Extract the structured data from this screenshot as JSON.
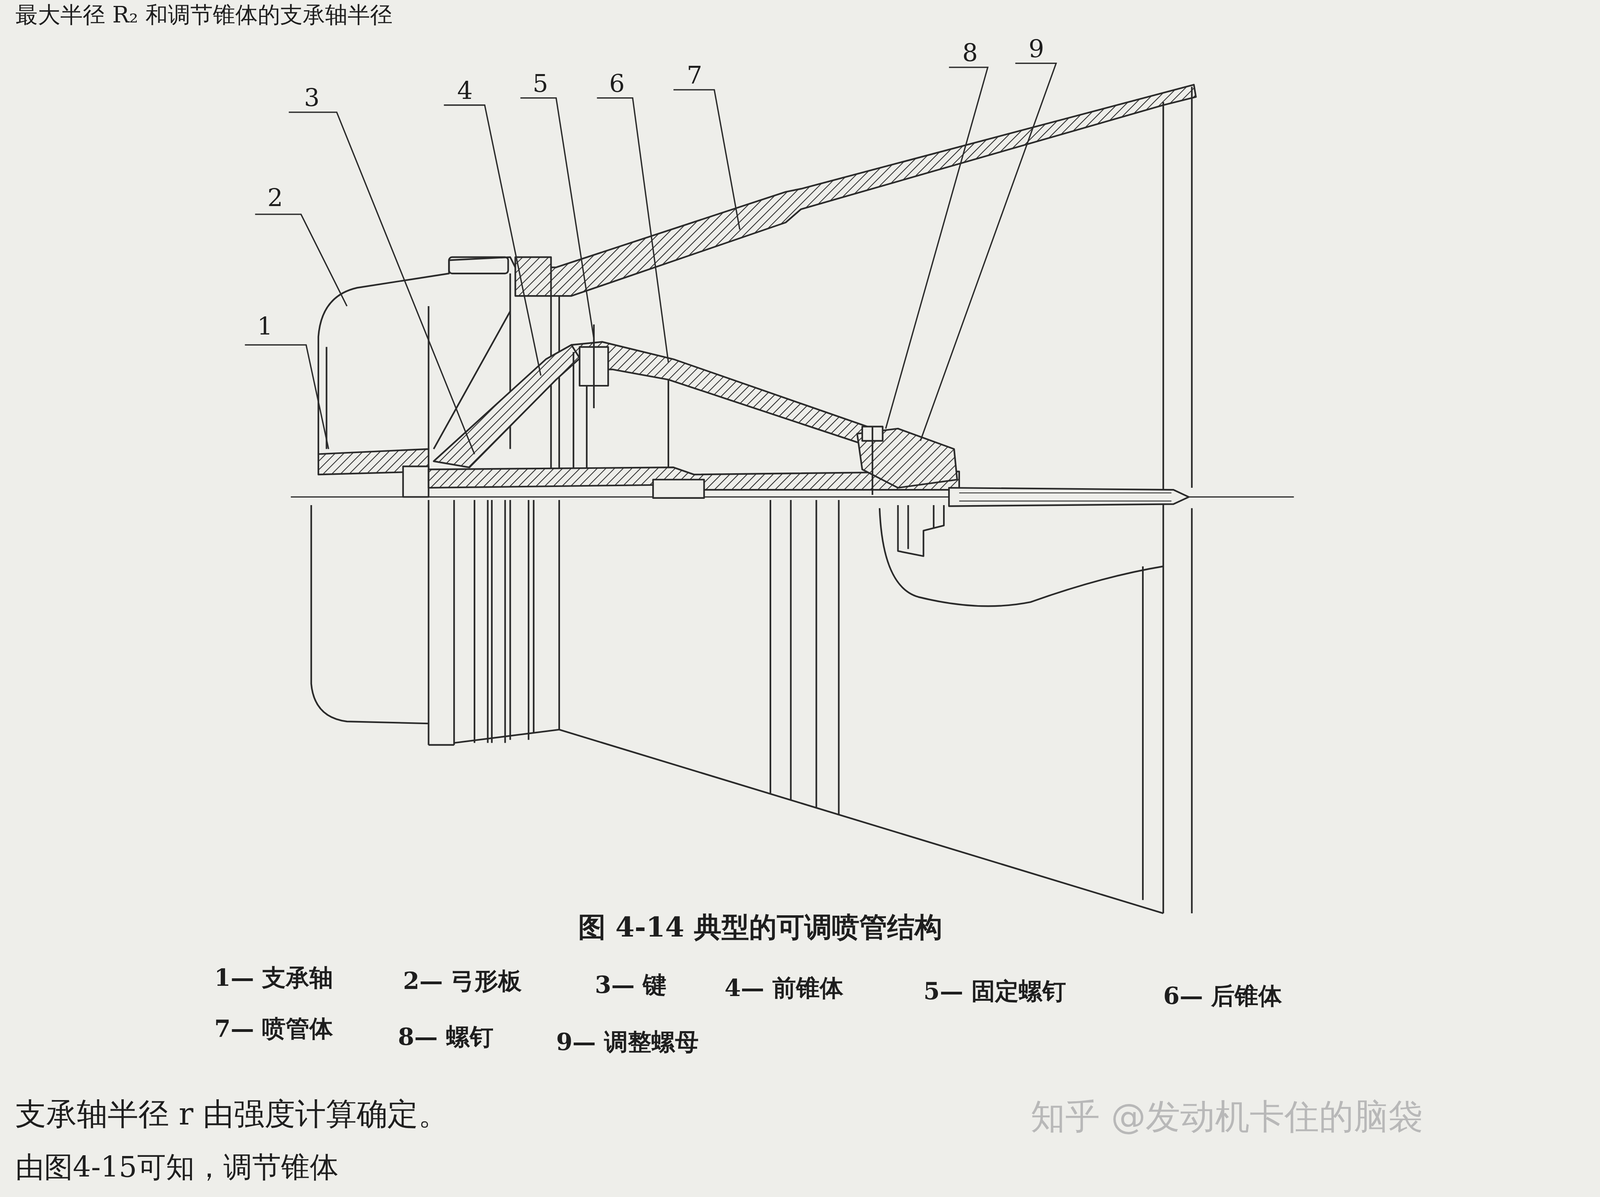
{
  "diagram": {
    "caption": "图 4-14 典型的可调喷管结构",
    "labels": [
      "最大半径 R₂ 和调节锥体的支承轴半径",
      "1",
      "2",
      "3",
      "4",
      "5",
      "6",
      "7",
      "8",
      "9",
      "1— 支承轴",
      "2— 弓形板",
      "3— 键",
      "4— 前锥体",
      "5— 固定螺钉",
      "6— 后锥体",
      "7— 喷管体",
      "8— 螺钉",
      "9— 调整螺母",
      "支承轴半径 r 由强度计算确定。",
      "由图4-15可知，调节锥体",
      "知乎 @发动机卡住的脑袋"
    ]
  }
}
